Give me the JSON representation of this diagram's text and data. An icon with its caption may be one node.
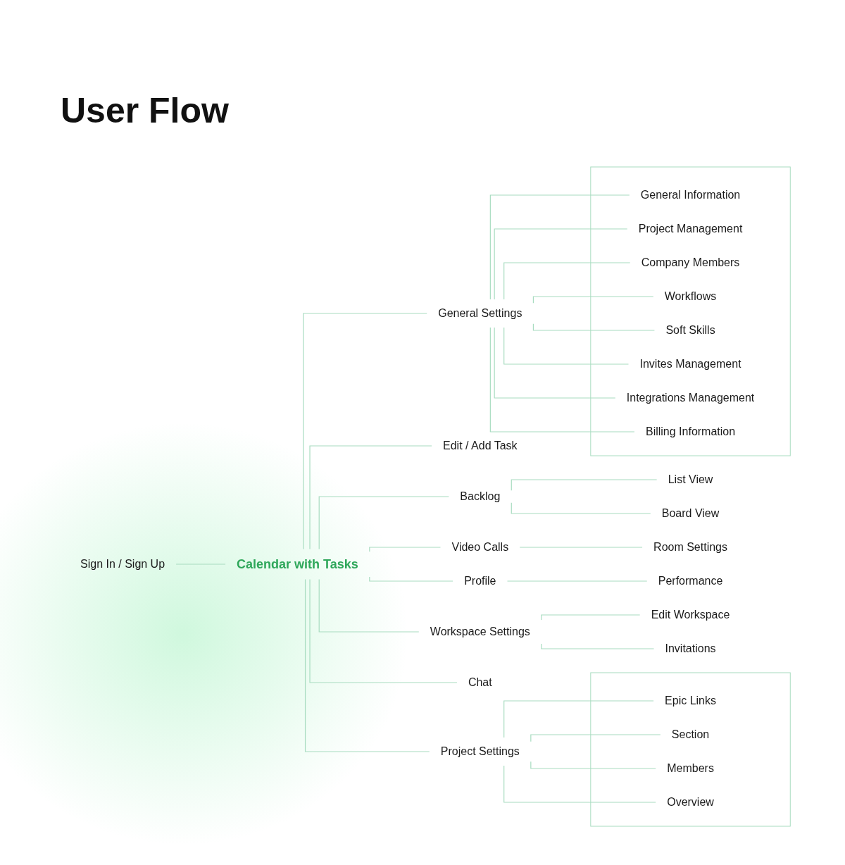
{
  "diagram": {
    "title": "User Flow",
    "nodes": [
      {
        "text": [
          "Sign In / Sign Up"
        ]
      },
      {
        "text": [
          "Calendar with Tasks"
        ]
      },
      {
        "text": [
          "Project Settings"
        ]
      },
      {
        "text": [],
        "shape": "box"
      },
      {
        "text": [
          "Epic Links"
        ],
        "in": 3
      },
      {
        "text": [
          "Section"
        ],
        "in": 3
      },
      {
        "text": [
          "Members"
        ],
        "in": 3
      },
      {
        "text": [
          "Overview"
        ],
        "in": 3
      },
      {
        "text": [
          "Edit / Add Task"
        ]
      },
      {
        "text": [
          "Backlog"
        ]
      },
      {
        "text": [
          "List View"
        ]
      },
      {
        "text": [
          "Board View"
        ]
      },
      {
        "text": [
          "Video Calls"
        ]
      },
      {
        "text": [
          "Room Settings"
        ]
      },
      {
        "text": [
          "Profile"
        ]
      },
      {
        "text": [
          "Performance"
        ]
      },
      {
        "text": [
          "Workspace Settings"
        ]
      },
      {
        "text": [
          "Edit Workspace"
        ]
      },
      {
        "text": [
          "Invitations"
        ]
      },
      {
        "text": [
          "Chat"
        ]
      },
      {
        "text": [
          "General Settings"
        ]
      },
      {
        "text": [],
        "shape": "box"
      },
      {
        "text": [
          "General Information"
        ],
        "in": 21
      },
      {
        "text": [
          "Project Management"
        ],
        "in": 21
      },
      {
        "text": [
          "Company Members"
        ],
        "in": 21
      },
      {
        "text": [
          "Workflows"
        ],
        "in": 21
      },
      {
        "text": [
          "Soft Skills"
        ],
        "in": 21
      },
      {
        "text": [
          "Invites Management"
        ],
        "in": 21
      },
      {
        "text": [
          "Integrations Management"
        ],
        "in": 21
      },
      {
        "text": [
          "Billing Information"
        ],
        "in": 21
      }
    ],
    "edges": [
      {
        "from": 0,
        "to": 1,
        "arrow": "none"
      },
      {
        "from": 1,
        "to": 2,
        "arrow": "none"
      },
      {
        "from": 1,
        "to": 8,
        "arrow": "none"
      },
      {
        "from": 1,
        "to": 9,
        "arrow": "none"
      },
      {
        "from": 1,
        "to": 12,
        "arrow": "none"
      },
      {
        "from": 1,
        "to": 14,
        "arrow": "none"
      },
      {
        "from": 1,
        "to": 16,
        "arrow": "none"
      },
      {
        "from": 1,
        "to": 19,
        "arrow": "none"
      },
      {
        "from": 1,
        "to": 20,
        "arrow": "none"
      },
      {
        "from": 2,
        "to": 4,
        "arrow": "none"
      },
      {
        "from": 2,
        "to": 5,
        "arrow": "none"
      },
      {
        "from": 2,
        "to": 6,
        "arrow": "none"
      },
      {
        "from": 2,
        "to": 7,
        "arrow": "none"
      },
      {
        "from": 9,
        "to": 10,
        "arrow": "none"
      },
      {
        "from": 9,
        "to": 11,
        "arrow": "none"
      },
      {
        "from": 12,
        "to": 13,
        "arrow": "none"
      },
      {
        "from": 14,
        "to": 15,
        "arrow": "none"
      },
      {
        "from": 16,
        "to": 17,
        "arrow": "none"
      },
      {
        "from": 16,
        "to": 18,
        "arrow": "none"
      },
      {
        "from": 20,
        "to": 22,
        "arrow": "none"
      },
      {
        "from": 20,
        "to": 23,
        "arrow": "none"
      },
      {
        "from": 20,
        "to": 24,
        "arrow": "none"
      },
      {
        "from": 20,
        "to": 25,
        "arrow": "none"
      },
      {
        "from": 20,
        "to": 26,
        "arrow": "none"
      },
      {
        "from": 20,
        "to": 27,
        "arrow": "none"
      },
      {
        "from": 20,
        "to": 28,
        "arrow": "none"
      },
      {
        "from": 20,
        "to": 29,
        "arrow": "none"
      }
    ]
  }
}
